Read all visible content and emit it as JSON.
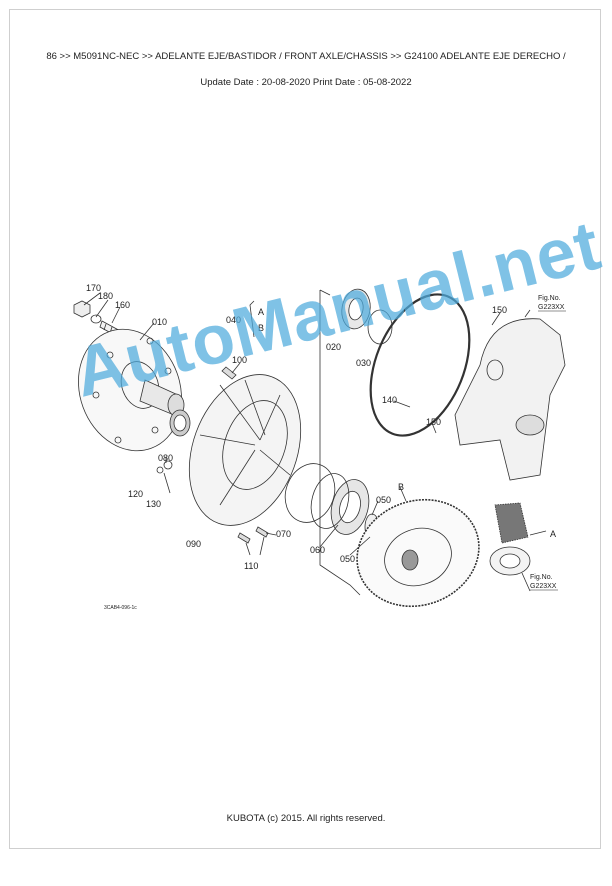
{
  "header": {
    "breadcrumb": "86 >> M5091NC-NEC >> ADELANTE EJE/BASTIDOR / FRONT AXLE/CHASSIS >> G24100   ADELANTE EJE DERECHO /",
    "dates": "Update Date : 20-08-2020   Print Date : 05-08-2022"
  },
  "diagram": {
    "part_labels": {
      "p170": "170",
      "p180": "180",
      "p160": "160",
      "p010": "010",
      "p040": "040",
      "pA": "A",
      "pB": "B",
      "p100": "100",
      "p020": "020",
      "p030": "030",
      "p140": "140",
      "p150a": "150",
      "p150b": "150",
      "p080": "080",
      "p120": "120",
      "p130": "130",
      "p090": "090",
      "p070": "070",
      "p110": "110",
      "p060": "060",
      "p050a": "050",
      "p050b": "050",
      "pB2": "B",
      "pA2": "A"
    },
    "fig_ref_top": {
      "line1": "Fig.No.",
      "line2": "G223XX"
    },
    "fig_ref_bottom": {
      "line1": "Fig.No.",
      "line2": "G223XX"
    },
    "drawing_code": "3CAB4-096-1c"
  },
  "watermark": "AutoManual.net",
  "footer": {
    "copyright": "KUBOTA (c) 2015. All rights reserved."
  }
}
